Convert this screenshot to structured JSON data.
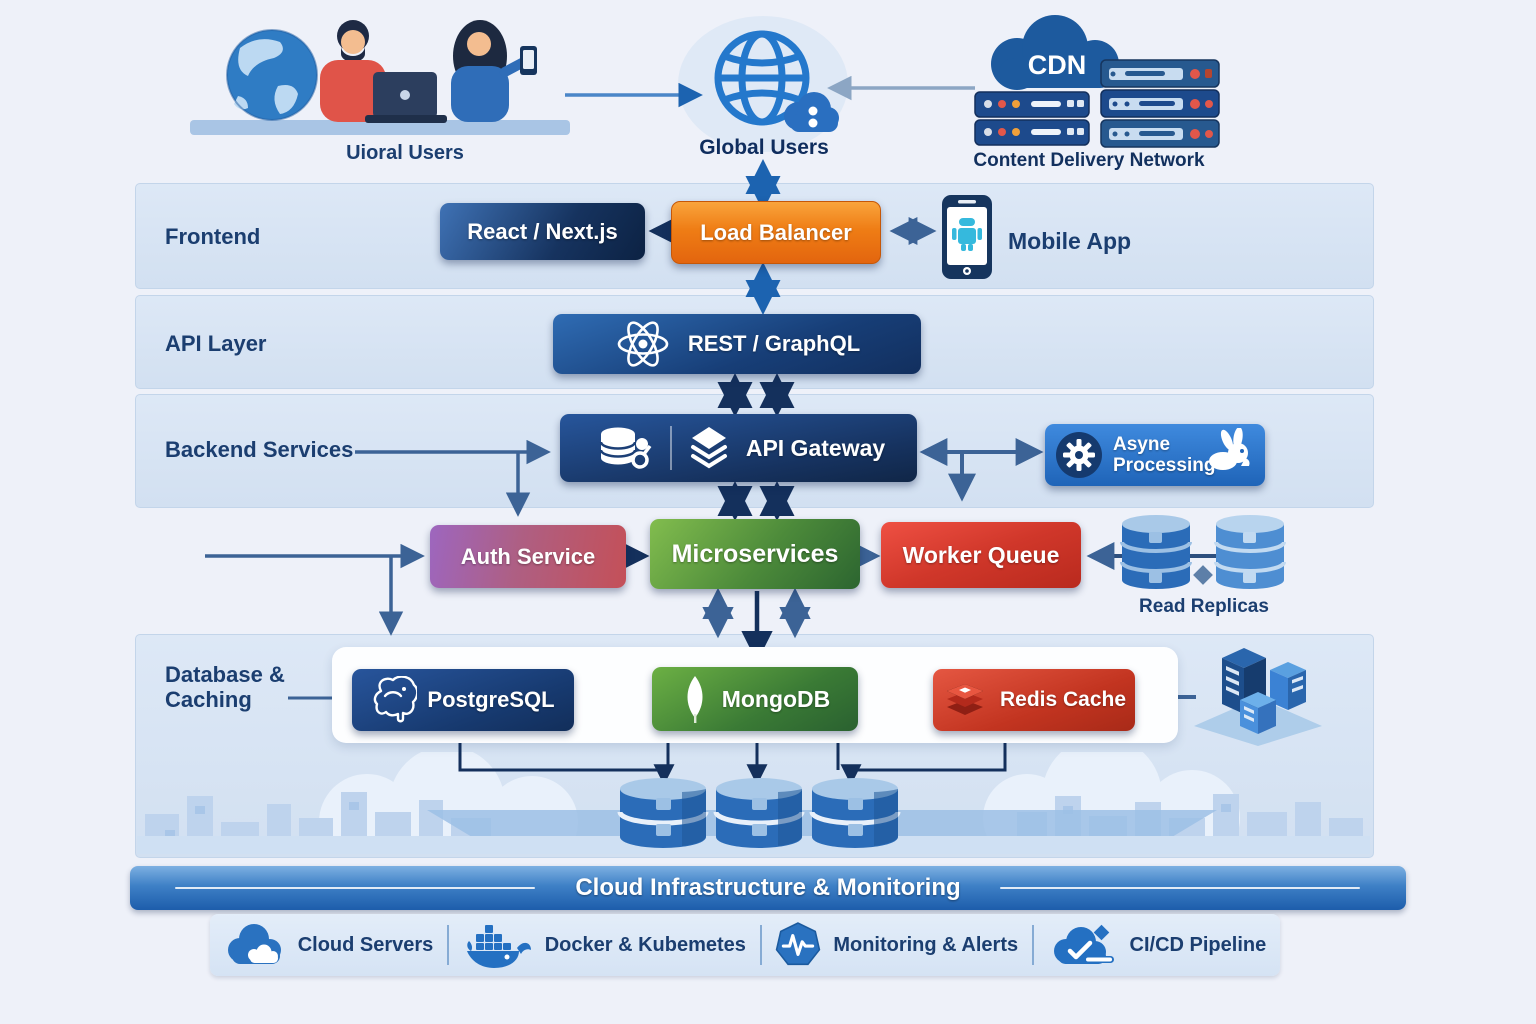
{
  "top": {
    "local_users_label": "Uioral Users",
    "global_users_label": "Global Users",
    "cdn_cloud_label": "CDN",
    "cdn_label": "Content Delivery Network"
  },
  "frontend": {
    "band_label": "Frontend",
    "react_box": "React / Next.js",
    "load_balancer_box": "Load Balancer",
    "mobile_app_label": "Mobile App"
  },
  "api_layer": {
    "band_label": "API Layer",
    "rest_graphql_box": "REST / GraphQL"
  },
  "backend": {
    "band_label": "Backend Services",
    "api_gateway_box": "API Gateway",
    "async_processing_box": "Asyne Processing",
    "auth_service_box": "Auth Service",
    "microservices_box": "Microservices",
    "worker_queue_box": "Worker Queue",
    "read_replicas_label": "Read Replicas"
  },
  "database": {
    "band_label": "Database & Caching",
    "postgresql_box": "PostgreSQL",
    "mongodb_box": "MongoDB",
    "redis_box": "Redis Cache"
  },
  "banner": {
    "title": "Cloud Infrastructure & Monitoring"
  },
  "legend": {
    "items": [
      {
        "label": "Cloud Servers",
        "icon": "cloud-icon"
      },
      {
        "label": "Docker & Kubemetes",
        "icon": "docker-whale-icon"
      },
      {
        "label": "Monitoring & Alerts",
        "icon": "monitoring-pulse-icon"
      },
      {
        "label": "CI/CD Pipeline",
        "icon": "cicd-cloud-icon"
      }
    ]
  },
  "colors": {
    "page_bg": "#eef1f9",
    "band_bg": "#d7e3f3",
    "navy_text": "#1b3e70",
    "box_navy": "#16335f",
    "box_orange": "#ee7d14",
    "box_green": "#3f7c36",
    "box_red": "#c62d20",
    "box_purple_red": "#9d66bf",
    "box_async_blue": "#2f7cd1",
    "arrow_navy": "#14305c",
    "arrow_blue": "#1c63b0",
    "arrow_steel": "#3c6396",
    "banner_blue": "#2e74c0",
    "android_cyan": "#35b9dd"
  }
}
